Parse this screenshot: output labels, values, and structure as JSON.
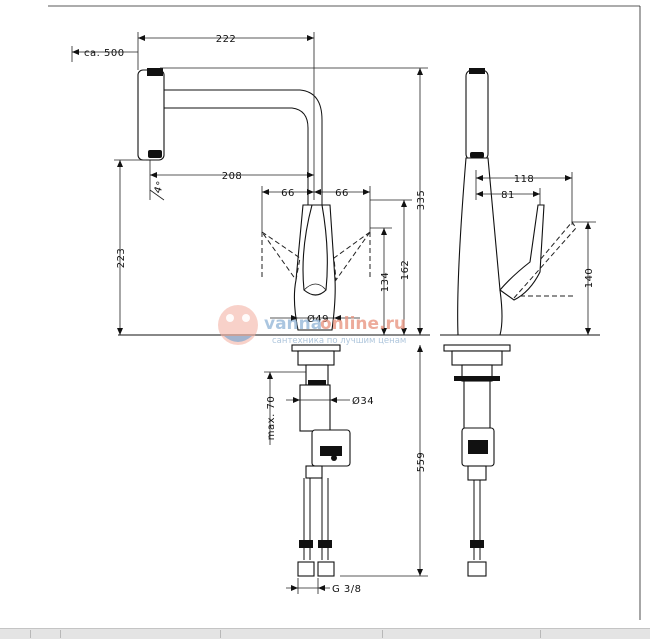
{
  "dimensions": {
    "reach_note": "ca. 500",
    "spout_reach": "222",
    "aerator_offset": "208",
    "height_total": "335",
    "spout_height": "223",
    "swing_angle": "4°",
    "lever_left": "66",
    "lever_right": "66",
    "lever_height": "134",
    "lever_height_full": "162",
    "base_diameter": "Ø49",
    "lever_reach_side": "118",
    "lever_offset_side": "81",
    "lever_height_side": "140",
    "thread_length": "max. 70",
    "shank_diameter": "Ø34",
    "hose_length": "559",
    "connection": "G 3/8"
  },
  "watermark": {
    "brand_part1": "vanna",
    "brand_part2": "online.ru",
    "tagline": "сантехника по лучшим ценам"
  },
  "colors": {
    "line": "#111111",
    "watermark_red": "#e8907a",
    "watermark_blue": "#8fb3d6"
  }
}
